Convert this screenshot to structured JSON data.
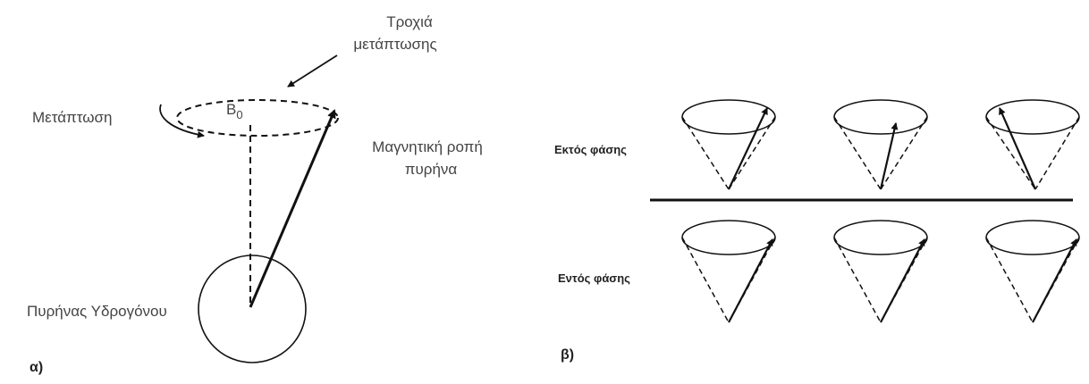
{
  "panel_a": {
    "letter": "α)",
    "trajectory_label_line1": "Τροχιά",
    "trajectory_label_line2": "μετάπτωσης",
    "precession_label": "Μετάπτωση",
    "field_label_main": "B",
    "field_label_sub": "0",
    "moment_label_line1": "Μαγνητική ροπή",
    "moment_label_line2": "πυρήνα",
    "nucleus_label": "Πυρήνας Υδρογόνου"
  },
  "panel_b": {
    "letter": "β)",
    "out_of_phase_label": "Εκτός φάσης",
    "in_phase_label": "Εντός φάσης"
  }
}
